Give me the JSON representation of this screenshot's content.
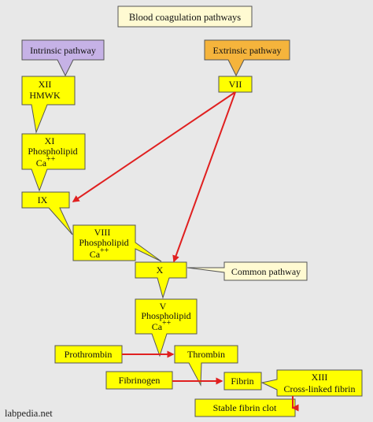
{
  "title": "Blood coagulation pathways",
  "watermark": "labpedia.net",
  "colors": {
    "background": "#e8e8e8",
    "factor_fill": "#ffff00",
    "intrinsic_fill": "#c6b2e6",
    "extrinsic_fill": "#f5b43c",
    "common_fill": "#fffad2",
    "arrow_red": "#e02020",
    "stroke": "#555555"
  },
  "pathways": {
    "intrinsic": "Intrinsic pathway",
    "extrinsic": "Extrinsic pathway",
    "common": "Common pathway"
  },
  "factors": {
    "xii": {
      "line1": "XII",
      "line2": "HMWK"
    },
    "vii": {
      "line1": "VII"
    },
    "xi": {
      "line1": "XI",
      "line2": "Phospholipid",
      "line3": "Ca",
      "sup": "++"
    },
    "ix": {
      "line1": "IX"
    },
    "viii": {
      "line1": "VIII",
      "line2": "Phospholipid",
      "line3": "Ca",
      "sup": "++"
    },
    "x": {
      "line1": "X"
    },
    "v": {
      "line1": "V",
      "line2": "Phospholipid",
      "line3": "Ca",
      "sup": "++"
    },
    "prothrombin": "Prothrombin",
    "thrombin": "Thrombin",
    "fibrinogen": "Fibrinogen",
    "fibrin": "Fibrin",
    "xiii": {
      "line1": "XIII",
      "line2": "Cross-linked fibrin"
    },
    "clot": "Stable fibrin clot"
  }
}
